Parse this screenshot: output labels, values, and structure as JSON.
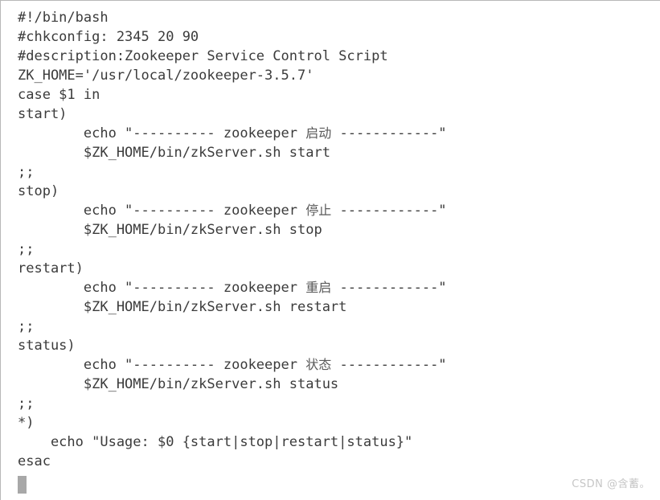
{
  "editor": {
    "language": "bash",
    "text_color": "#3b3b3b",
    "background_color": "#ffffff",
    "border_color": "#b8b8b8",
    "cursor_color": "#a8a8a8",
    "lines": [
      "#!/bin/bash",
      "#chkconfig: 2345 20 90",
      "#description:Zookeeper Service Control Script",
      "ZK_HOME='/usr/local/zookeeper-3.5.7'",
      "case $1 in",
      "start)",
      "        echo \"---------- zookeeper 启动 ------------\"",
      "        $ZK_HOME/bin/zkServer.sh start",
      ";;",
      "stop)",
      "        echo \"---------- zookeeper 停止 ------------\"",
      "        $ZK_HOME/bin/zkServer.sh stop",
      ";;",
      "restart)",
      "        echo \"---------- zookeeper 重启 ------------\"",
      "        $ZK_HOME/bin/zkServer.sh restart",
      ";;",
      "status)",
      "        echo \"---------- zookeeper 状态 ------------\"",
      "        $ZK_HOME/bin/zkServer.sh status",
      ";;",
      "*)",
      "    echo \"Usage: $0 {start|stop|restart|status}\"",
      "esac"
    ],
    "line_segments": [
      [
        {
          "t": "#!/bin/bash"
        }
      ],
      [
        {
          "t": "#chkconfig: 2345 20 90"
        }
      ],
      [
        {
          "t": "#description:Zookeeper Service Control Script"
        }
      ],
      [
        {
          "t": "ZK_HOME='/usr/local/zookeeper-3.5.7'"
        }
      ],
      [
        {
          "t": "case $1 in"
        }
      ],
      [
        {
          "t": "start)"
        }
      ],
      [
        {
          "t": "        echo \"---------- zookeeper "
        },
        {
          "t": "启动",
          "cn": true
        },
        {
          "t": " ------------\""
        }
      ],
      [
        {
          "t": "        $ZK_HOME/bin/zkServer.sh start"
        }
      ],
      [
        {
          "t": ";;"
        }
      ],
      [
        {
          "t": "stop)"
        }
      ],
      [
        {
          "t": "        echo \"---------- zookeeper "
        },
        {
          "t": "停止",
          "cn": true
        },
        {
          "t": " ------------\""
        }
      ],
      [
        {
          "t": "        $ZK_HOME/bin/zkServer.sh stop"
        }
      ],
      [
        {
          "t": ";;"
        }
      ],
      [
        {
          "t": "restart)"
        }
      ],
      [
        {
          "t": "        echo \"---------- zookeeper "
        },
        {
          "t": "重启",
          "cn": true
        },
        {
          "t": " ------------\""
        }
      ],
      [
        {
          "t": "        $ZK_HOME/bin/zkServer.sh restart"
        }
      ],
      [
        {
          "t": ";;"
        }
      ],
      [
        {
          "t": "status)"
        }
      ],
      [
        {
          "t": "        echo \"---------- zookeeper "
        },
        {
          "t": "状态",
          "cn": true
        },
        {
          "t": " ------------\""
        }
      ],
      [
        {
          "t": "        $ZK_HOME/bin/zkServer.sh status"
        }
      ],
      [
        {
          "t": ";;"
        }
      ],
      [
        {
          "t": "*)"
        }
      ],
      [
        {
          "t": "    echo \"Usage: $0 {start|stop|restart|status}\""
        }
      ],
      [
        {
          "t": "esac"
        }
      ]
    ]
  },
  "cursor": {
    "visible": true,
    "line_index": 24,
    "column": 0
  },
  "watermark": {
    "text": "CSDN @含蓄。"
  }
}
